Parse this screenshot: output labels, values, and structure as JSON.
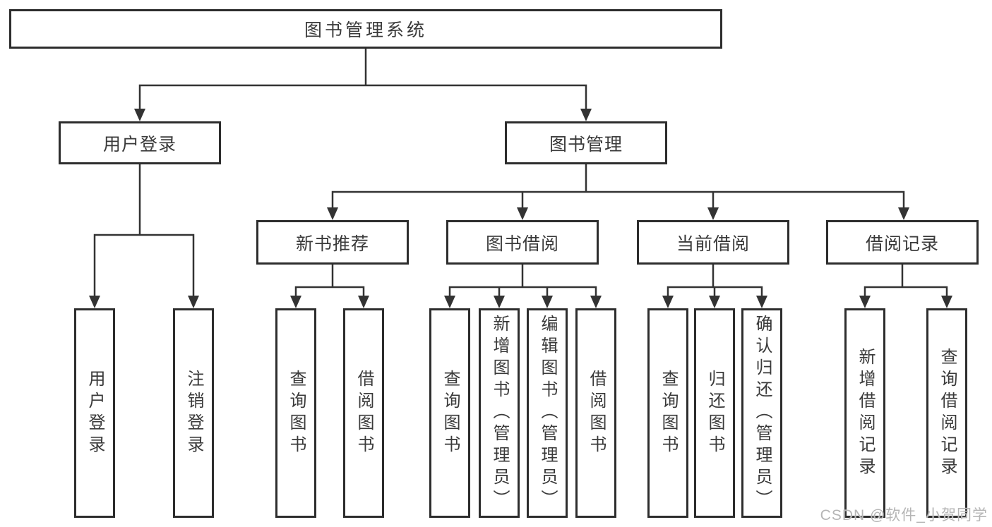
{
  "diagram": {
    "root": {
      "label": "图书管理系统"
    },
    "level2": [
      {
        "label": "用户登录"
      },
      {
        "label": "图书管理"
      }
    ],
    "level3": [
      {
        "label": "新书推荐"
      },
      {
        "label": "图书借阅"
      },
      {
        "label": "当前借阅"
      },
      {
        "label": "借阅记录"
      }
    ],
    "leaves": {
      "login": [
        {
          "label": "用户登录"
        },
        {
          "label": "注销登录"
        }
      ],
      "newbook": [
        {
          "label": "查询图书"
        },
        {
          "label": "借阅图书"
        }
      ],
      "borrow": [
        {
          "label": "查询图书"
        },
        {
          "label": "新增图书（管理员）"
        },
        {
          "label": "编辑图书（管理员）"
        },
        {
          "label": "借阅图书"
        }
      ],
      "current": [
        {
          "label": "查询图书"
        },
        {
          "label": "归还图书"
        },
        {
          "label": "确认归还（管理员）"
        }
      ],
      "records": [
        {
          "label": "新增借阅记录"
        },
        {
          "label": "查询借阅记录"
        }
      ]
    }
  },
  "colors": {
    "line": "#333333",
    "border": "#2d2d2d",
    "text": "#3a3a3a",
    "background": "#ffffff",
    "watermark": "#b5b5b5"
  },
  "watermark": "CSDN @软件_小贺同学"
}
